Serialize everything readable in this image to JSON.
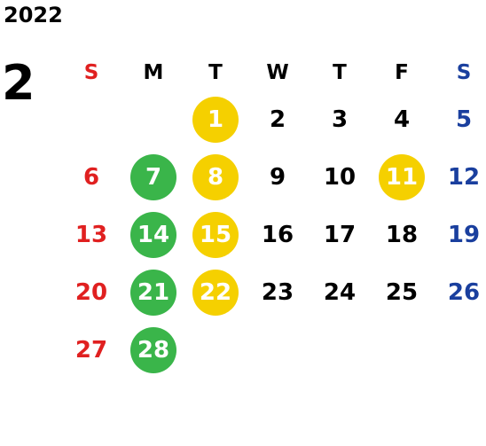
{
  "calendar": {
    "year": "2022",
    "month": "2",
    "weekdays": [
      "S",
      "M",
      "T",
      "W",
      "T",
      "F",
      "S"
    ],
    "colors": {
      "sunday": "#e02020",
      "saturday": "#1a3f9e",
      "weekday": "#000000",
      "highlight_green": "#3ab54a",
      "highlight_yellow": "#f5d000",
      "highlight_text": "#ffffff"
    },
    "weeks": [
      [
        "",
        "",
        "1",
        "2",
        "3",
        "4",
        "5"
      ],
      [
        "6",
        "7",
        "8",
        "9",
        "10",
        "11",
        "12"
      ],
      [
        "13",
        "14",
        "15",
        "16",
        "17",
        "18",
        "19"
      ],
      [
        "20",
        "21",
        "22",
        "23",
        "24",
        "25",
        "26"
      ],
      [
        "27",
        "28",
        "",
        "",
        "",
        "",
        ""
      ]
    ],
    "highlights": {
      "green": [
        "7",
        "14",
        "21",
        "28"
      ],
      "yellow": [
        "1",
        "8",
        "11",
        "15",
        "22"
      ]
    }
  }
}
